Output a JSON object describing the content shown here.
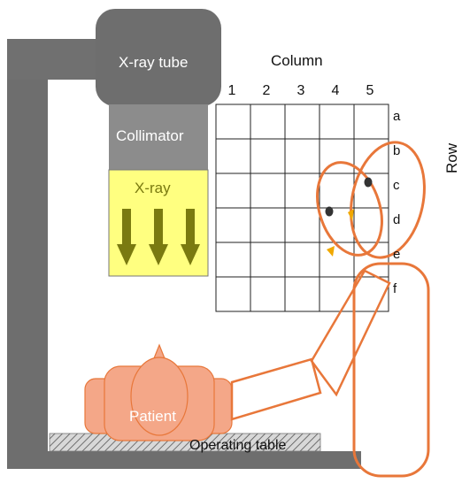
{
  "labels": {
    "xray_tube": "X-ray tube",
    "collimator": "Collimator",
    "xray": "X-ray",
    "column": "Column",
    "row": "Row",
    "patient": "Patient",
    "operating_table": "Operating table"
  },
  "grid": {
    "columns": [
      "1",
      "2",
      "3",
      "4",
      "5"
    ],
    "rows": [
      "a",
      "b",
      "c",
      "d",
      "e",
      "f"
    ]
  },
  "colors": {
    "machine_dark": "#6e6e6e",
    "machine_mid": "#8c8c8c",
    "machine_light": "#a9a9a9",
    "beam_fill": "#ffff80",
    "arrow": "#7a7a10",
    "person_stroke": "#e8773a",
    "person_fill": "#fde0cc",
    "patient_fill": "#f4a788"
  },
  "icons": [
    "xray-arrow-icon",
    "eye-icon",
    "nose-icon"
  ]
}
